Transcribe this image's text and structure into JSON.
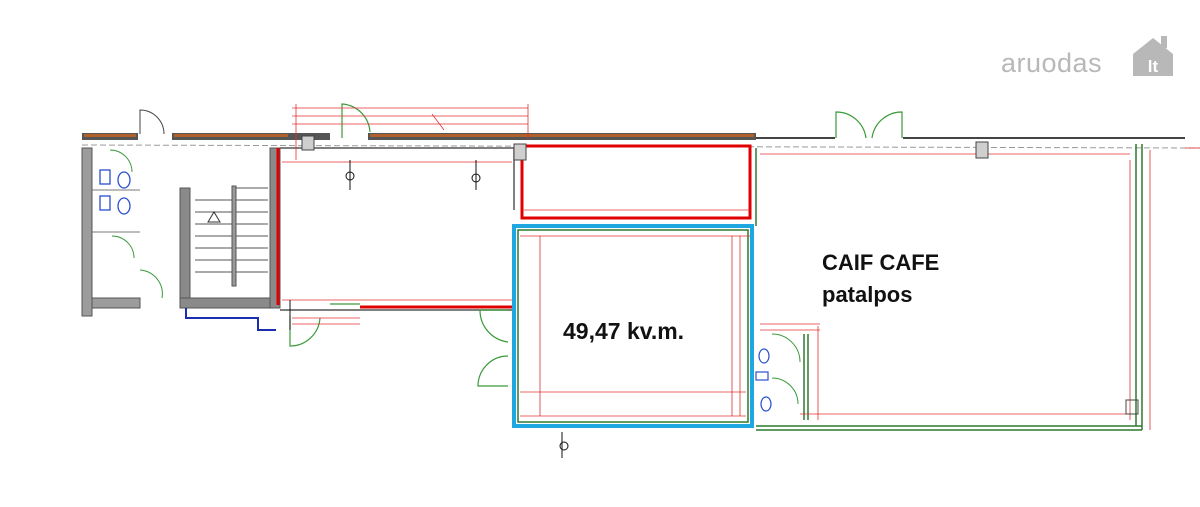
{
  "logo": {
    "text": "aruodas",
    "suffix": "lt",
    "icon": "house-icon"
  },
  "labels": {
    "caif_title": "CAIF CAFE",
    "caif_subtitle": "patalpos",
    "area": "49,47 kv.m."
  },
  "colors": {
    "walls": "#8c8c8c",
    "wall_dark": "#555555",
    "highlight_red": "#e00000",
    "highlight_blue": "#1ea7e0",
    "door_green": "#3a9a3a",
    "dimension": "#e03030",
    "fixture_blue": "#2a4fd0",
    "brick": "#b0602a",
    "logo_gray": "#b8b8b8"
  }
}
